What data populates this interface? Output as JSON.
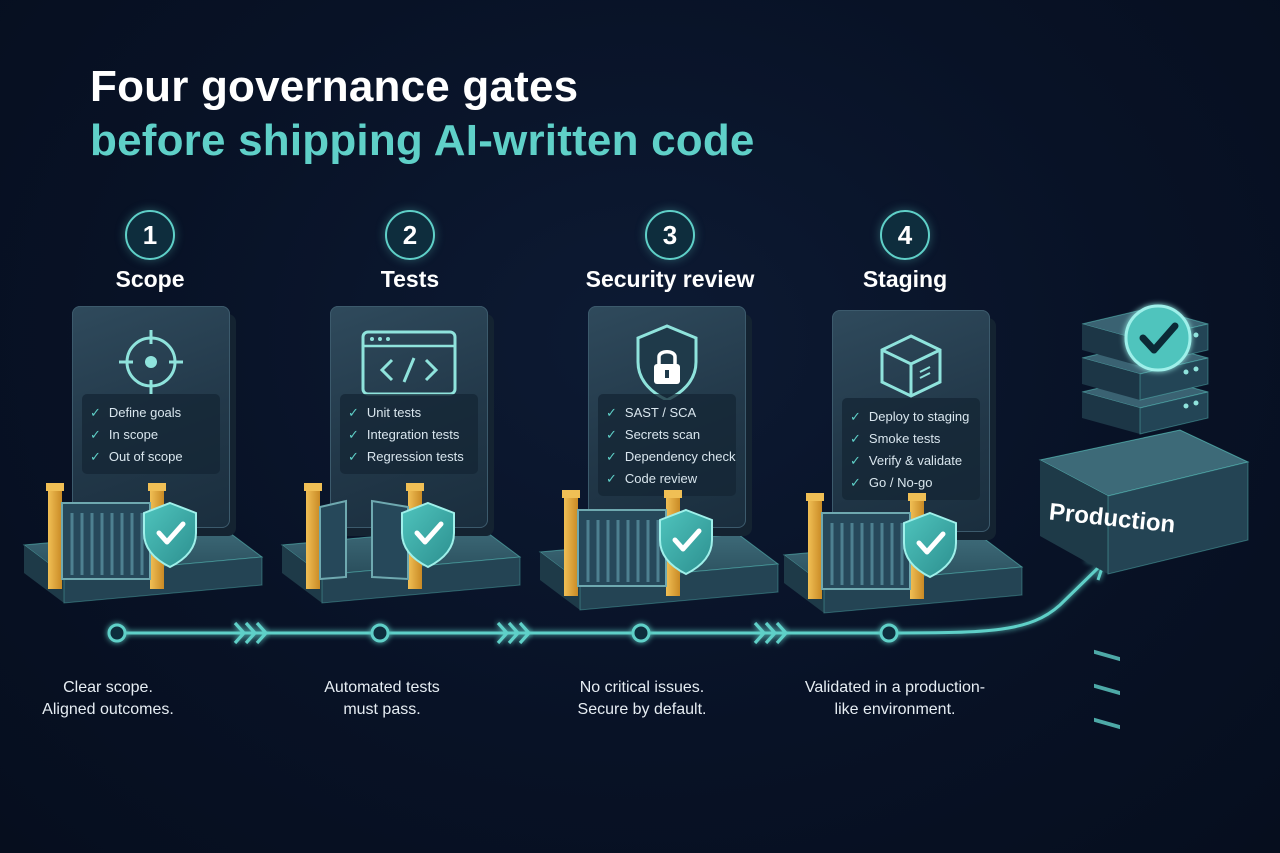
{
  "title": {
    "line1": "Four governance gates",
    "line2": "before shipping AI-written code"
  },
  "colors": {
    "accent": "#5fd0c8",
    "background": "#081226",
    "gate_post": "#e0a63a",
    "text": "#ffffff"
  },
  "gates": [
    {
      "number": "1",
      "name": "Scope",
      "icon": "target-icon",
      "checklist": [
        "Define goals",
        "In scope",
        "Out of scope"
      ],
      "caption": [
        "Clear scope.",
        "Aligned outcomes."
      ]
    },
    {
      "number": "2",
      "name": "Tests",
      "icon": "code-window-icon",
      "checklist": [
        "Unit tests",
        "Integration tests",
        "Regression tests"
      ],
      "caption": [
        "Automated tests",
        "must pass."
      ]
    },
    {
      "number": "3",
      "name": "Security review",
      "icon": "shield-lock-icon",
      "checklist": [
        "SAST / SCA",
        "Secrets scan",
        "Dependency check",
        "Code review"
      ],
      "caption": [
        "No critical issues.",
        "Secure by default."
      ]
    },
    {
      "number": "4",
      "name": "Staging",
      "icon": "cube-icon",
      "checklist": [
        "Deploy to staging",
        "Smoke tests",
        "Verify & validate",
        "Go / No-go"
      ],
      "caption": [
        "Validated in a production-",
        "like environment."
      ]
    }
  ],
  "destination": {
    "label": "Production",
    "icon": "server-stack-icon",
    "status_icon": "checkmark-icon"
  }
}
